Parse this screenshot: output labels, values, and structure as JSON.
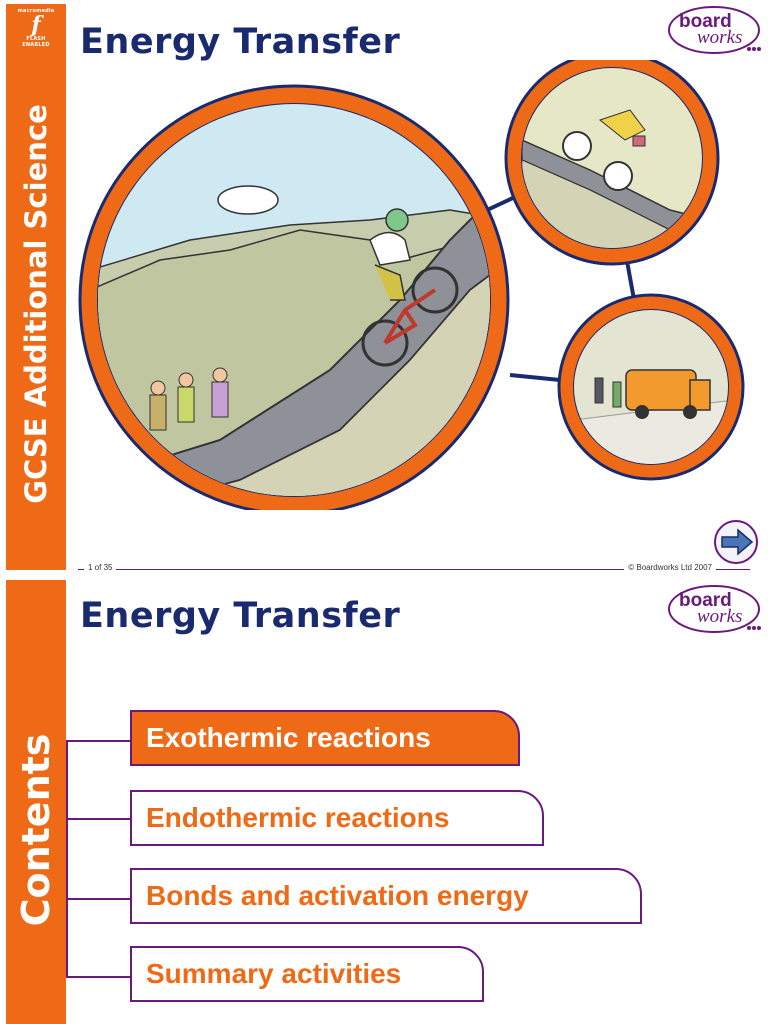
{
  "slide1": {
    "sidebar_title": "GCSE Additional Science",
    "flash_badge": {
      "small_top": "macromedia",
      "small_mid": "FLASH",
      "small_bot": "ENABLED",
      "glyph": "f"
    },
    "title": "Energy Transfer",
    "logo": {
      "line1": "board",
      "line2": "works"
    },
    "footer_page": "1 of 35",
    "footer_copyright": "© Boardworks Ltd 2007",
    "next_icon": "arrow-right-icon"
  },
  "slide2": {
    "sidebar_title": "Contents",
    "title": "Energy Transfer",
    "logo": {
      "line1": "board",
      "line2": "works"
    },
    "menu": [
      {
        "label": "Exothermic reactions",
        "active": true
      },
      {
        "label": "Endothermic reactions",
        "active": false
      },
      {
        "label": "Bonds and activation energy",
        "active": false
      },
      {
        "label": "Summary activities",
        "active": false
      }
    ]
  },
  "colors": {
    "accent": "#ef6a16",
    "title": "#1a2a6e",
    "purple": "#6a1a7c"
  }
}
